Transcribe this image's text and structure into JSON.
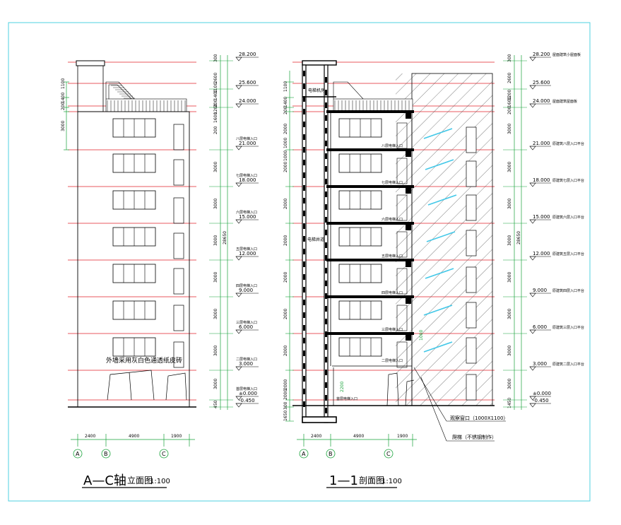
{
  "colors": {
    "frame": "#4fd0e0",
    "ink": "#000000",
    "level_line": "#e0202a",
    "dim_green": "#18a33a",
    "hatch": "#4a4a4a",
    "glass": "#44c8e8",
    "bg": "#ffffff"
  },
  "elevation_drawing": {
    "title_main": "A—C轴",
    "title_sub": "立面图",
    "scale": "1:100",
    "wall_note": "外墙采用灰白色通透纸皮砖",
    "axis_labels": [
      "A",
      "B",
      "C"
    ],
    "axis_spans": [
      "2400",
      "4900",
      "1900"
    ],
    "right_dims": [
      "300",
      "2600",
      "1100",
      "1400",
      "200",
      "1200",
      "1600",
      "200",
      "3000",
      "3000",
      "3000",
      "3000",
      "3000",
      "3000",
      "3000",
      "450"
    ],
    "left_dims": [
      "1100",
      "1400",
      "200",
      "3000"
    ],
    "total_height": "28650",
    "levels": [
      {
        "value": "28.200",
        "label": ""
      },
      {
        "value": "25.600",
        "label": ""
      },
      {
        "value": "24.000",
        "label": ""
      },
      {
        "value": "21.000",
        "label": "八层电梯入口"
      },
      {
        "value": "18.000",
        "label": "七层电梯入口"
      },
      {
        "value": "15.000",
        "label": "六层电梯入口"
      },
      {
        "value": "12.000",
        "label": "五层电梯入口"
      },
      {
        "value": "9.000",
        "label": "四层电梯入口"
      },
      {
        "value": "6.000",
        "label": "三层电梯入口"
      },
      {
        "value": "3.000",
        "label": "二层电梯入口"
      },
      {
        "value": "±0.000",
        "label": "首层电梯入口"
      },
      {
        "value": "-0.450",
        "label": ""
      }
    ]
  },
  "section_drawing": {
    "title_main": "1—1",
    "title_sub": "剖面图",
    "scale": "1:100",
    "machine_room": "电梯机房",
    "shaft_label": "电梯井道",
    "axis_labels": [
      "A",
      "B",
      "C"
    ],
    "axis_spans": [
      "2400",
      "4900",
      "1900"
    ],
    "callout_window": "观察窗口（1000X1100）",
    "callout_stair": "爬梯（不锈钢制作）",
    "pit_dim": "2200",
    "side_dim": "1000",
    "left_dims": [
      "1100",
      "1400",
      "200",
      "2000",
      "1000",
      "1000",
      "2000",
      "2000",
      "2000",
      "2000",
      "2000",
      "2000",
      "2000",
      "2000",
      "300",
      "1650"
    ],
    "right_dims": [
      "300",
      "2600",
      "1200",
      "1600",
      "200",
      "3000",
      "3000",
      "3000",
      "3000",
      "3000",
      "3000",
      "3000",
      "3000",
      "1450"
    ],
    "total_height": "28650",
    "inner_labels": [
      "八层电梯入口",
      "七层电梯入口",
      "六层电梯入口",
      "五层电梯入口",
      "四层电梯入口",
      "三层电梯入口",
      "二层电梯入口",
      "首层电梯入口"
    ],
    "levels": [
      {
        "value": "28.200",
        "label": "屋面建筑小屋面板"
      },
      {
        "value": "25.600",
        "label": ""
      },
      {
        "value": "24.000",
        "label": "屋面建筑屋面板"
      },
      {
        "value": "21.000",
        "label": "原建筑八层入口平台"
      },
      {
        "value": "18.000",
        "label": "原建筑七层入口平台"
      },
      {
        "value": "15.000",
        "label": "原建筑六层入口平台"
      },
      {
        "value": "12.000",
        "label": "原建筑五层入口平台"
      },
      {
        "value": "9.000",
        "label": "原建筑四层入口平台"
      },
      {
        "value": "6.000",
        "label": "原建筑三层入口平台"
      },
      {
        "value": "3.000",
        "label": "原建筑二层入口平台"
      },
      {
        "value": "±0.000",
        "label": ""
      },
      {
        "value": "-0.450",
        "label": ""
      }
    ]
  }
}
